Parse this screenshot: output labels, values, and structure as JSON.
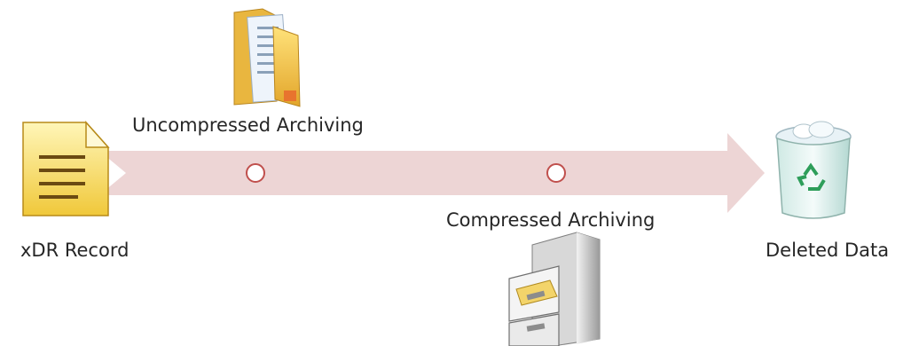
{
  "labels": {
    "source": "xDR Record",
    "stage1": "Uncompressed Archiving",
    "stage2": "Compressed Archiving",
    "destination": "Deleted Data"
  },
  "colors": {
    "arrow": "#edd5d5",
    "milestone_stroke": "#c0504d",
    "text": "#262626"
  },
  "icons": {
    "source": "document-icon",
    "stage1": "folder-icon",
    "stage2": "file-cabinet-icon",
    "destination": "recycle-bin-icon"
  }
}
